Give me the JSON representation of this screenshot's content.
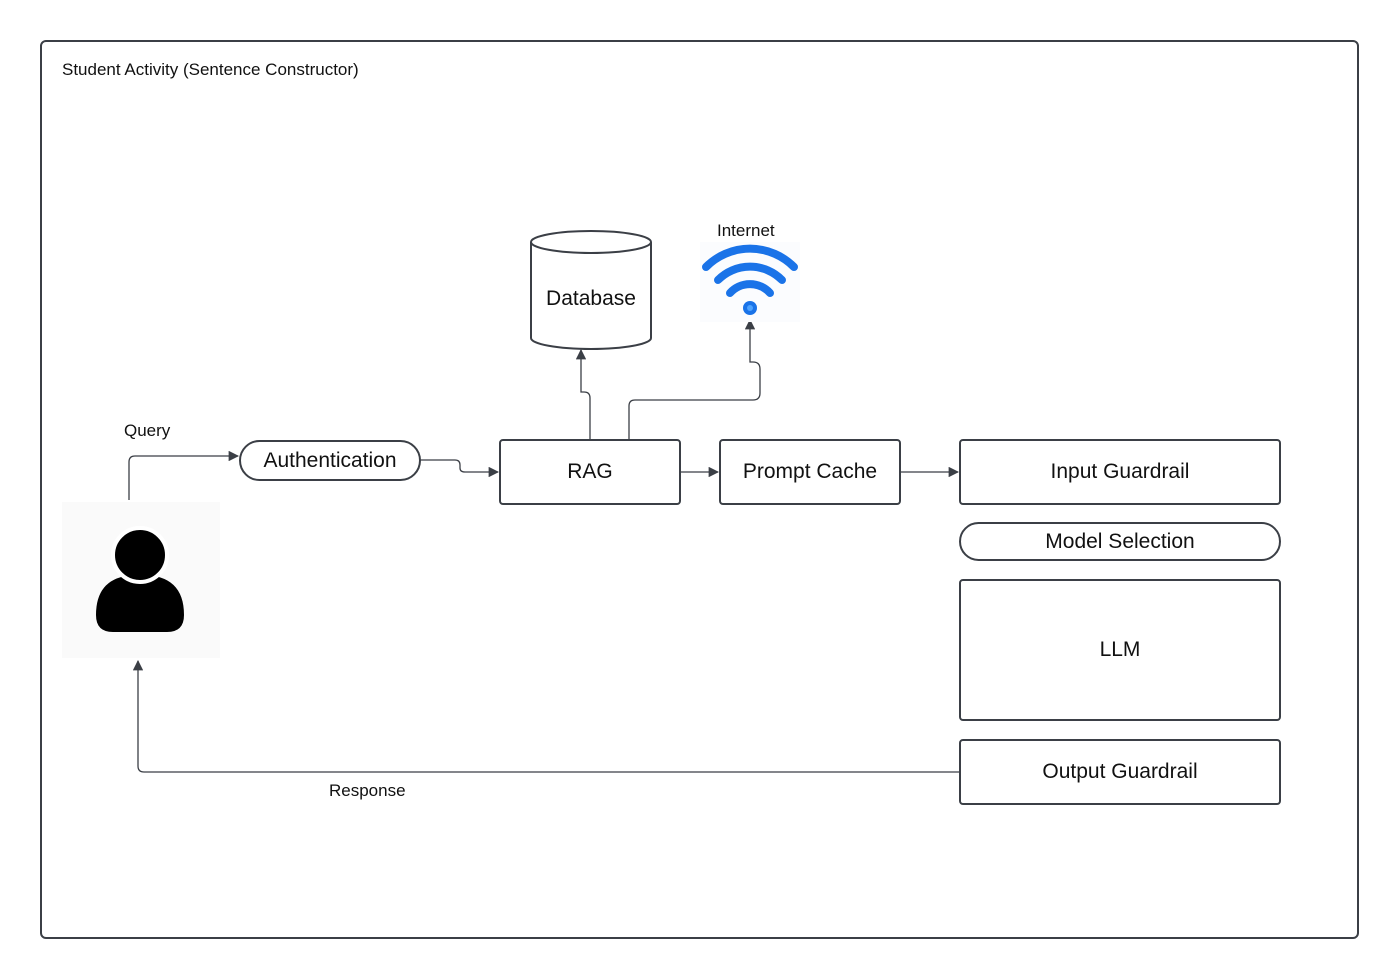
{
  "frame": {
    "title": "Student Activity (Sentence Constructor)"
  },
  "labels": {
    "query": "Query",
    "response": "Response",
    "internet": "Internet"
  },
  "nodes": {
    "authentication": "Authentication",
    "rag": "RAG",
    "prompt_cache": "Prompt Cache",
    "database": "Database",
    "input_guardrail": "Input Guardrail",
    "model_selection": "Model Selection",
    "llm": "LLM",
    "output_guardrail": "Output Guardrail"
  },
  "icons": {
    "user": "user-icon",
    "internet": "wifi-icon",
    "database": "database-cylinder"
  },
  "colors": {
    "stroke": "#3b3f46",
    "wifi": "#1a73e8",
    "text": "#111111"
  }
}
